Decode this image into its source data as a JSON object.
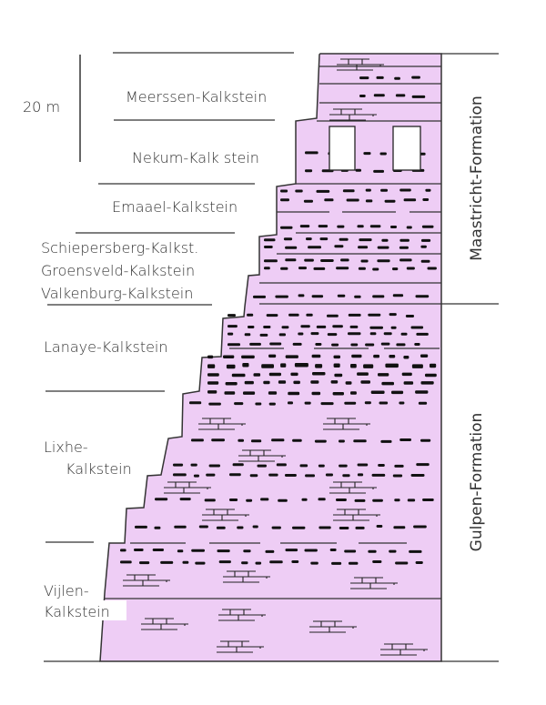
{
  "scale": {
    "label": "20 m"
  },
  "members": [
    {
      "lines": [
        "Meerssen-Kalkstein"
      ]
    },
    {
      "lines": [
        "Nekum-Kalk stein"
      ]
    },
    {
      "lines": [
        "Emaael-Kalkstein"
      ]
    },
    {
      "lines": [
        "Schiepersberg-Kalkst."
      ]
    },
    {
      "lines": [
        "Groensveld-Kalkstein"
      ]
    },
    {
      "lines": [
        "Valkenburg-Kalkstein"
      ]
    },
    {
      "lines": [
        "Lanaye-Kalkstein"
      ]
    },
    {
      "lines": [
        "Lixhe-",
        "Kalkstein"
      ]
    },
    {
      "lines": [
        "Vijlen-",
        "Kalkstein"
      ]
    }
  ],
  "formations": [
    {
      "name": "Maastricht-Formation"
    },
    {
      "name": "Gulpen-Formation"
    }
  ],
  "colors": {
    "column_fill": "#eecdf5",
    "line": "#222222"
  }
}
